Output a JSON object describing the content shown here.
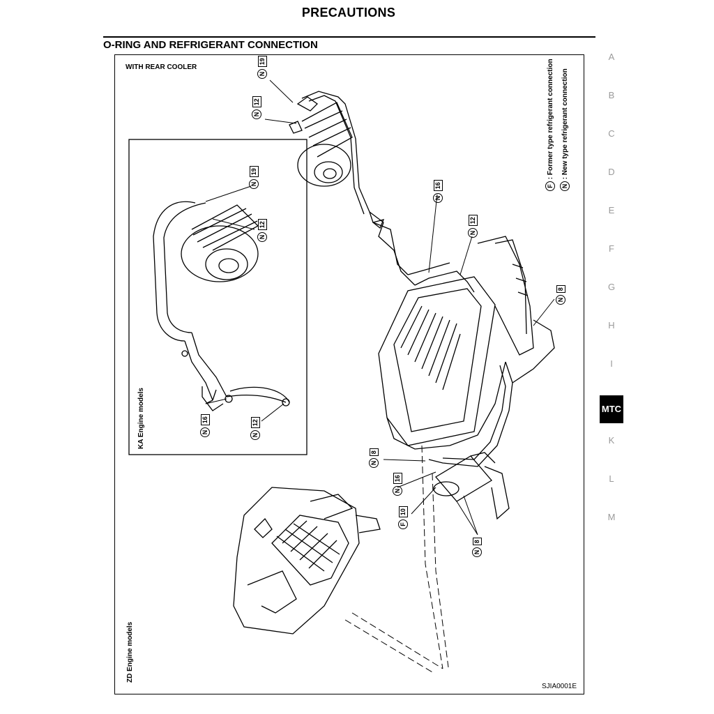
{
  "header": {
    "title": "PRECAUTIONS"
  },
  "section": {
    "title": "O-RING AND REFRIGERANT CONNECTION"
  },
  "figure": {
    "variant_label": "WITH REAR COOLER",
    "inset_label": "KA Engine models",
    "main_label": "ZD Engine models",
    "figure_id": "SJIA0001E",
    "legend": [
      {
        "symbol": "F",
        "text": ": Former type refrigerant connection"
      },
      {
        "symbol": "N",
        "text": ": New type refrigerant connection"
      }
    ],
    "callouts": [
      {
        "type": "N",
        "number": "19"
      },
      {
        "type": "N",
        "number": "12"
      },
      {
        "type": "N",
        "number": "19"
      },
      {
        "type": "N",
        "number": "12"
      },
      {
        "type": "N",
        "number": "16"
      },
      {
        "type": "N",
        "number": "12"
      },
      {
        "type": "N",
        "number": "8"
      },
      {
        "type": "N",
        "number": "16"
      },
      {
        "type": "N",
        "number": "12"
      },
      {
        "type": "N",
        "number": "8"
      },
      {
        "type": "N",
        "number": "16"
      },
      {
        "type": "F",
        "number": "10"
      },
      {
        "type": "N",
        "number": "8"
      }
    ]
  },
  "side_index": {
    "items": [
      "A",
      "B",
      "C",
      "D",
      "E",
      "F",
      "G",
      "H",
      "I",
      "MTC",
      "K",
      "L",
      "M"
    ],
    "active": "MTC"
  }
}
